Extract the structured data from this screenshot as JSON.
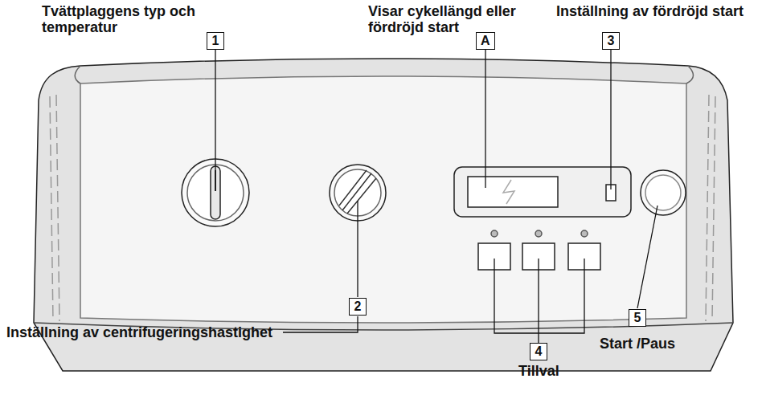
{
  "diagram": {
    "nodes": [
      {
        "text": [
          "1"
        ]
      },
      {
        "text": [
          "A"
        ]
      },
      {
        "text": [
          "3"
        ]
      },
      {
        "text": [
          "2"
        ]
      },
      {
        "text": [
          "4"
        ]
      },
      {
        "text": [
          "5"
        ]
      }
    ],
    "labels": [
      "Tvättplaggens typ och temperatur",
      "Visar cykellängd eller fördröjd start",
      "Inställning av fördröjd start",
      "Inställning av centrifugeringshastighet",
      "Tillval",
      "Start /Paus"
    ]
  }
}
